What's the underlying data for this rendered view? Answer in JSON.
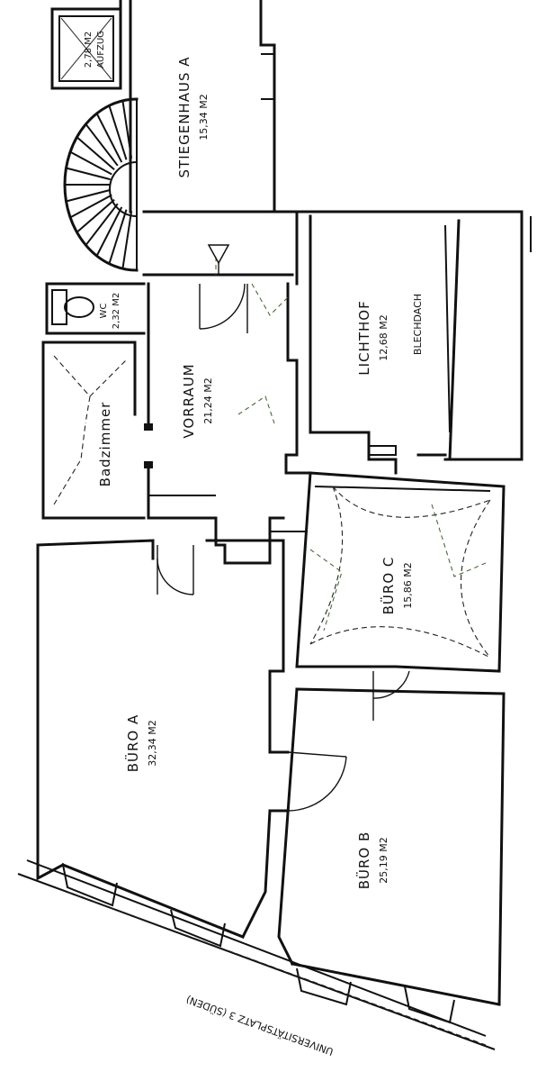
{
  "rooms": {
    "aufzug": {
      "name": "AUFZUG",
      "area": "2,78 M2"
    },
    "stiegenhaus": {
      "name": "STIEGENHAUS A",
      "area": "15,34 M2"
    },
    "wc": {
      "name": "WC",
      "area": "2,32 M2"
    },
    "vorraum": {
      "name": "VORRAUM",
      "area": "21,24 M2"
    },
    "lichthof": {
      "name": "LICHTHOF",
      "area": "12,68 M2",
      "note": "BLECHDACH"
    },
    "badzimmer": {
      "name": "Badzimmer"
    },
    "buero_c": {
      "name": "BÜRO C",
      "area": "15,86 M2"
    },
    "buero_a": {
      "name": "BÜRO A",
      "area": "32,34 M2"
    },
    "buero_b": {
      "name": "BÜRO B",
      "area": "25,19 M2"
    }
  },
  "street": {
    "name": "UNIVERSITÄTSPLATZ 3 (SÜDEN)"
  },
  "colors": {
    "lines": "#111111",
    "background": "#ffffff",
    "pencil": "#4a6a3a"
  }
}
